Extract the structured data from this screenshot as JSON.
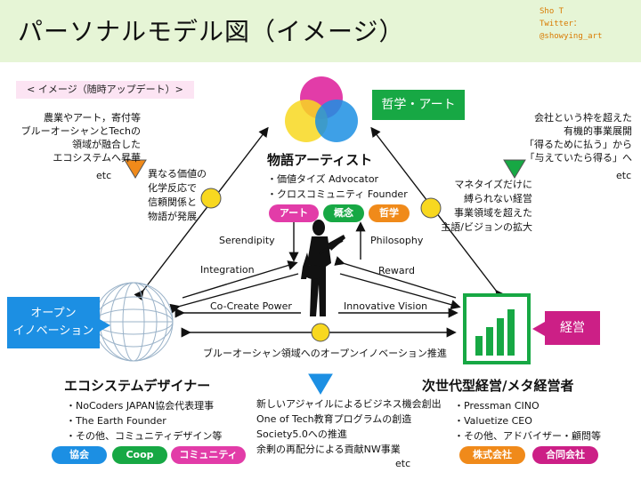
{
  "title": "パーソナルモデル図（イメージ）",
  "author": {
    "name": "Sho T",
    "twitter": "Twitter：@showying_art"
  },
  "tag_label": "< イメージ（随時アップデート）>",
  "artist": {
    "badge": "哲学・アート",
    "title": "物語アーティスト",
    "items": [
      "・価値タイズ Advocator",
      "・クロスコミュニティ Founder"
    ],
    "pills": [
      "アート",
      "概念",
      "哲学"
    ]
  },
  "left_note": {
    "lines": [
      "農業やアート，寄付等",
      "ブルーオーシャンとTechの",
      "領域が融合した",
      "エコシステムへ昇華"
    ],
    "etc": "etc"
  },
  "left_inner": [
    "異なる価値の",
    "化学反応で",
    "信頼関係と",
    "物語が発展"
  ],
  "right_note": {
    "lines": [
      "会社という枠を超えた",
      "有機的事業展開",
      "「得るために払う」から",
      "「与えていたら得る」へ"
    ],
    "etc": "etc"
  },
  "right_inner": [
    "マネタイズだけに",
    "縛られない経営",
    "事業領域を超えた",
    "主語/ビジョンの拡大"
  ],
  "arrows": {
    "serendipity": "Serendipity",
    "philosophy": "Philosophy",
    "integration": "Integration",
    "reward": "Reward",
    "cocreate": "Co-Create Power",
    "innovative": "Innovative Vision",
    "bottom": "ブルーオーシャン領域へのオープンイノベーション推進"
  },
  "eco": {
    "callout": [
      "オープン",
      "イノベーション"
    ],
    "title": "エコシステムデザイナー",
    "items": [
      "・NoCoders JAPAN協会代表理事",
      "・The Earth Founder",
      "・その他、コミュニティデザイン等"
    ],
    "pills": [
      "協会",
      "Coop",
      "コミュニティ"
    ]
  },
  "center_list": {
    "items": [
      "新しいアジャイルによるビジネス機会創出",
      "One of Tech教育プログラムの創造",
      "Society5.0への推進",
      "余剰の再配分による貢献NW事業"
    ],
    "etc": "etc"
  },
  "mgmt": {
    "callout": "経営",
    "title": "次世代型経営/メタ経営者",
    "items": [
      "・Pressman CINO",
      "・Valuetize CEO",
      "・その他、アドバイザー・顧問等"
    ],
    "pills": [
      "株式会社",
      "合同会社"
    ]
  },
  "colors": {
    "green": "#17a844",
    "blue": "#1c8fe3",
    "magenta": "#cc1f86",
    "orange": "#f08a1a",
    "yellow": "#f8d820",
    "pink": "#e23ca8",
    "title_bg": "#e6f5d6"
  }
}
